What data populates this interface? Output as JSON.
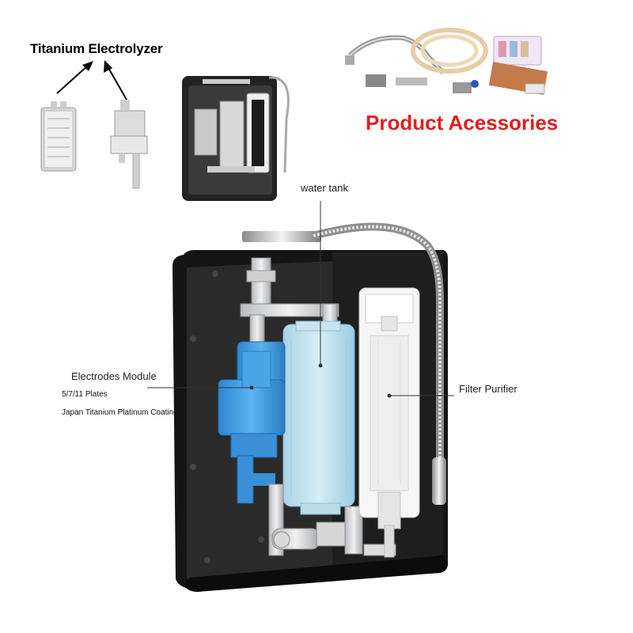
{
  "electrolyzer": {
    "title": "Titanium Electrolyzer"
  },
  "accessories": {
    "title": "Product Acessories",
    "title_color": "#e41d1d"
  },
  "labels": {
    "water_tank": "water tank",
    "electrodes_module": "Electrodes Module",
    "plates": "5/7/11 Plates",
    "coating": "Japan Titanium Platinum Coating",
    "filter": "Filter Purifier"
  },
  "colors": {
    "housing": "#1a1a1a",
    "electrode_module": "#3a9be0",
    "water_tank": "#b8dcea",
    "filter": "#f2f2f2",
    "chrome": "#bfbfbf"
  },
  "icons": [
    "electrolyzer-small-icon",
    "electrolyzer-mounted-icon",
    "mini-ionizer-icon",
    "accessories-kit-icon",
    "water-ionizer-cutaway"
  ]
}
